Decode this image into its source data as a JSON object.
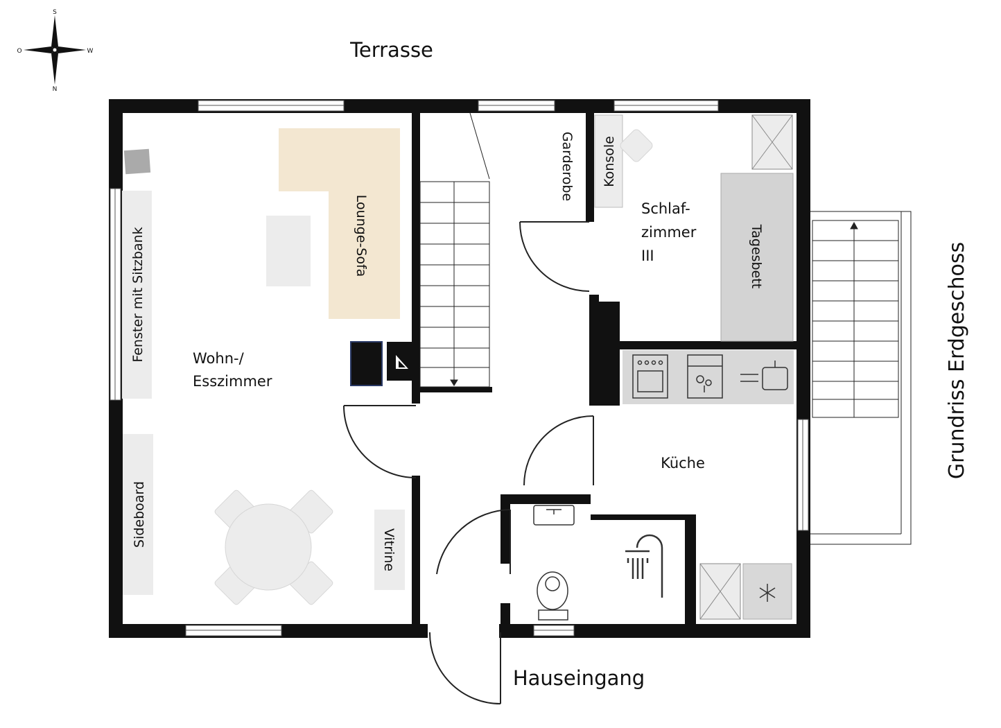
{
  "labels": {
    "terrace": "Terrasse",
    "entrance": "Hauseingang",
    "floor_title": "Grundriss Erdgeschoss",
    "living_room": [
      "Wohn-/",
      "Esszimmer"
    ],
    "bedroom": [
      "Schlaf-",
      "zimmer",
      "III"
    ],
    "kitchen": "Küche",
    "lounge_sofa": "Lounge-Sofa",
    "window_bench": "Fenster mit Sitzbank",
    "sideboard": "Sideboard",
    "vitrine": "Vitrine",
    "wardrobe": "Garderobe",
    "console": "Konsole",
    "daybed": "Tagesbett"
  },
  "compass": {
    "north": "N",
    "south": "S",
    "east": "O",
    "west": "W"
  },
  "colors": {
    "wall": "#111111",
    "sofa": "#f3e7d1",
    "furniture": "#ececec",
    "daybed": "#d3d3d3",
    "appliance": "#d8d8d8"
  }
}
